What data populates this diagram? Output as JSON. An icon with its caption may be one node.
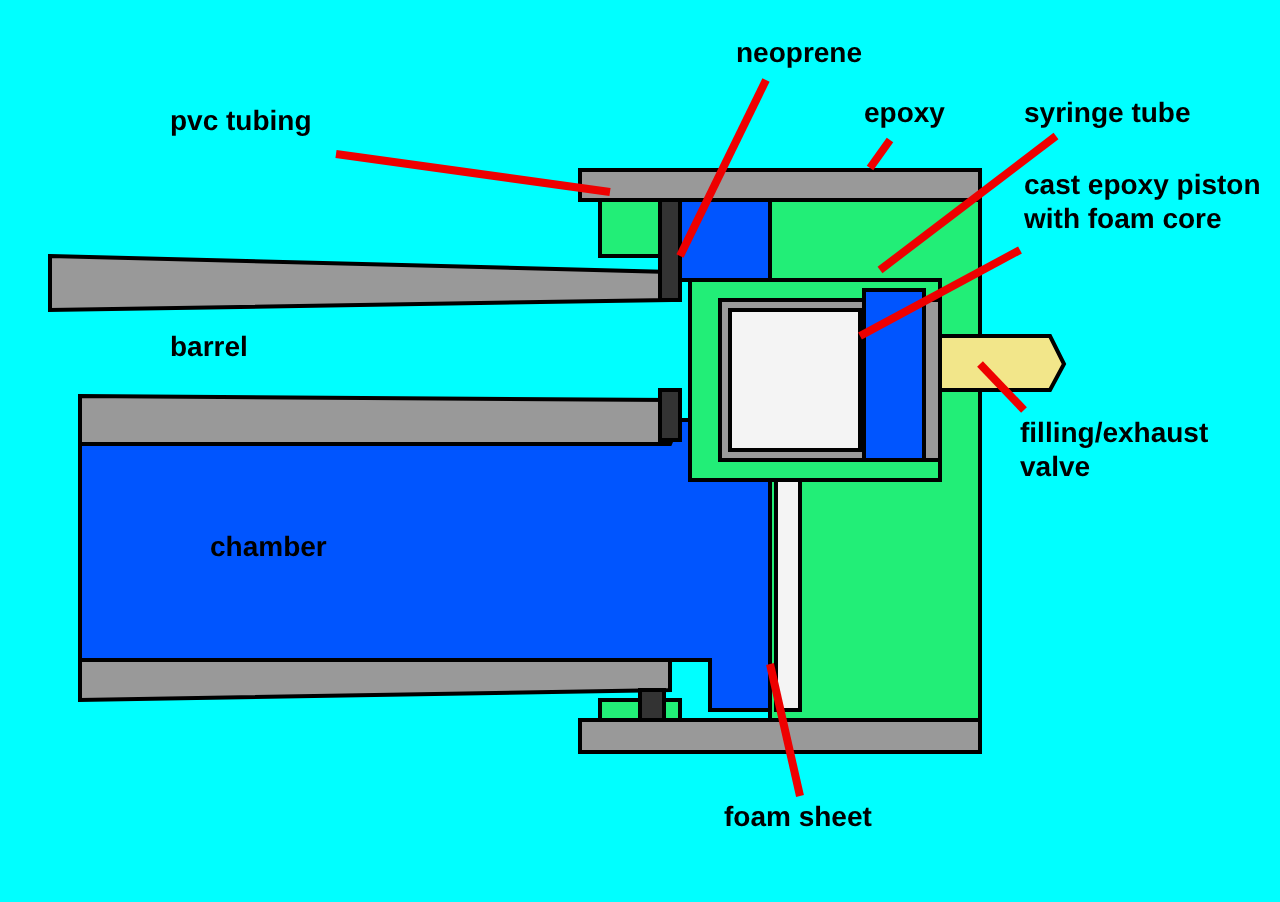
{
  "diagram": {
    "nodes": [
      {
        "text": [
          "pvc tubing"
        ]
      },
      {
        "text": [
          "neoprene"
        ]
      },
      {
        "text": [
          "epoxy"
        ]
      },
      {
        "text": [
          "syringe tube"
        ]
      },
      {
        "text": [
          "cast epoxy piston with foam core"
        ]
      },
      {
        "text": [
          "filling/exhaust valve"
        ]
      },
      {
        "text": [
          "foam sheet"
        ]
      }
    ],
    "edges": [
      {
        "from": 0,
        "to": null,
        "arrow": "none"
      },
      {
        "from": 1,
        "to": null,
        "arrow": "none"
      },
      {
        "from": 2,
        "to": null,
        "arrow": "none"
      },
      {
        "from": 3,
        "to": null,
        "arrow": "none"
      },
      {
        "from": 4,
        "to": null,
        "arrow": "none"
      },
      {
        "from": 5,
        "to": null,
        "arrow": "none"
      },
      {
        "from": 6,
        "to": null,
        "arrow": "none"
      }
    ],
    "labels": [
      "barrel",
      "chamber"
    ]
  }
}
